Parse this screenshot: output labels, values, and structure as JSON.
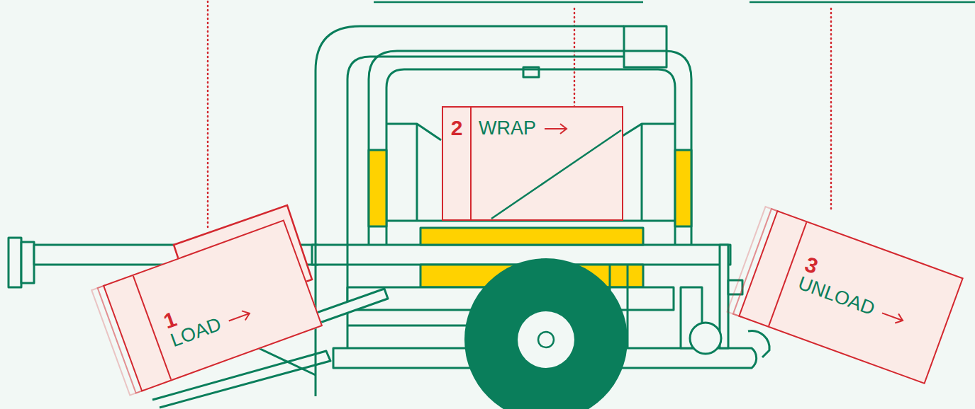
{
  "diagram": {
    "nodes": [
      {
        "text": [
          "1",
          "LOAD"
        ]
      },
      {
        "text": [
          "2",
          "WRAP"
        ]
      },
      {
        "text": [
          "3",
          "UNLOAD"
        ]
      }
    ]
  }
}
